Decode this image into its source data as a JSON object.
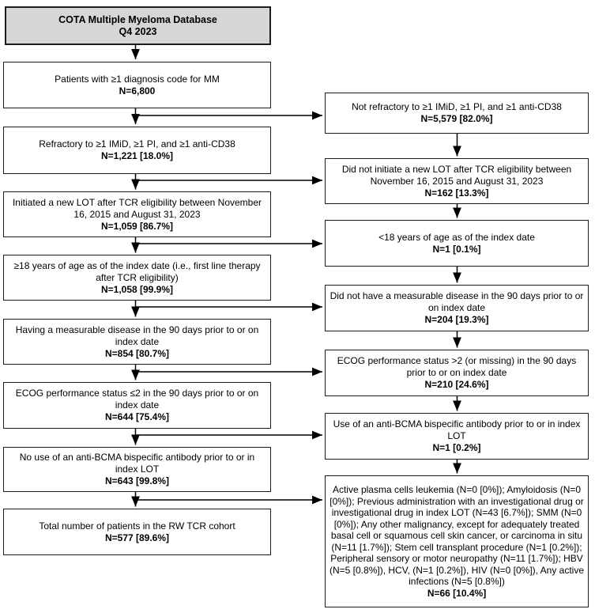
{
  "flow": {
    "source": {
      "line1": "COTA Multiple Myeloma Database",
      "line2": "Q4 2023"
    },
    "included": [
      {
        "text": "Patients with ≥1 diagnosis code for MM",
        "n": "N=6,800"
      },
      {
        "text": "Refractory to ≥1 IMiD, ≥1 PI, and ≥1 anti-CD38",
        "n": "N=1,221 [18.0%]"
      },
      {
        "text": "Initiated a new LOT after TCR eligibility between November 16, 2015 and August 31, 2023",
        "n": "N=1,059 [86.7%]"
      },
      {
        "text": "≥18 years of age as of the index date (i.e., first line therapy after TCR eligibility)",
        "n": "N=1,058 [99.9%]"
      },
      {
        "text": "Having a measurable disease in the 90 days prior to or on index date",
        "n": "N=854 [80.7%]"
      },
      {
        "text": "ECOG performance status ≤2 in the 90 days prior to or on index date",
        "n": "N=644 [75.4%]"
      },
      {
        "text": "No use of an anti-BCMA bispecific antibody prior to or in index LOT",
        "n": "N=643 [99.8%]"
      },
      {
        "text": "Total number of patients in the RW TCR cohort",
        "n": "N=577 [89.6%]"
      }
    ],
    "excluded": [
      {
        "text": "Not refractory to ≥1 IMiD, ≥1 PI, and ≥1 anti-CD38",
        "n": "N=5,579 [82.0%]"
      },
      {
        "text": "Did not initiate a new LOT after TCR eligibility between November 16, 2015 and August 31, 2023",
        "n": "N=162 [13.3%]"
      },
      {
        "text": "<18 years of age as of the index date",
        "n": "N=1 [0.1%]"
      },
      {
        "text": "Did not have a measurable disease in the 90 days prior to or on index date",
        "n": "N=204 [19.3%]"
      },
      {
        "text": "ECOG performance status >2 (or missing) in the 90 days prior to or on index date",
        "n": "N=210 [24.6%]"
      },
      {
        "text": "Use of an anti-BCMA bispecific antibody prior to or in index LOT",
        "n": "N=1 [0.2%]"
      },
      {
        "text": "Active plasma cells leukemia (N=0 [0%]); Amyloidosis (N=0 [0%]); Previous administration with an investigational drug or investigational drug in index LOT (N=43 [6.7%]); SMM (N=0 [0%]); Any other malignancy, except for adequately treated basal cell or squamous cell skin cancer, or carcinoma in situ (N=11 [1.7%]); Stem cell transplant procedure (N=1 [0.2%]); Peripheral sensory or motor neuropathy (N=11 [1.7%]); HBV (N=5 [0.8%]), HCV, (N=1 [0.2%]), HIV (N=0 [0%]), Any active infections (N=5 [0.8%])",
        "n": "N=66 [10.4%]"
      }
    ],
    "colors": {
      "title_fill": "#d6d6d6",
      "box_fill": "#ffffff",
      "border": "#1c1c1c",
      "arrow": "#000000"
    }
  }
}
